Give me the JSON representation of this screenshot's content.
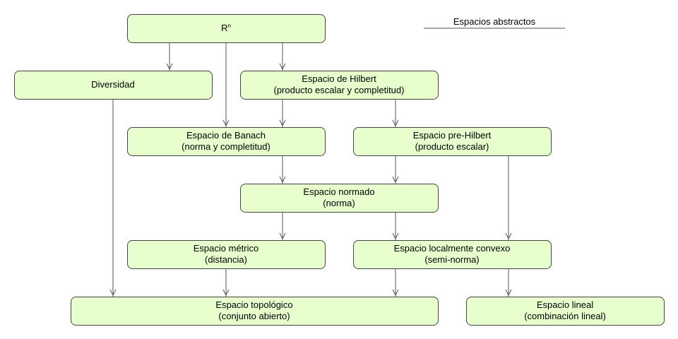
{
  "title": "Espacios abstractos",
  "nodes": {
    "rn": {
      "line1": "R",
      "sup": "n"
    },
    "diversidad": {
      "line1": "Diversidad"
    },
    "hilbert": {
      "line1": "Espacio de Hilbert",
      "line2": "(producto escalar y completitud)"
    },
    "banach": {
      "line1": "Espacio de Banach",
      "line2": "(norma y completitud)"
    },
    "prehilbert": {
      "line1": "Espacio pre-Hilbert",
      "line2": "(producto escalar)"
    },
    "normado": {
      "line1": "Espacio normado",
      "line2": "(norma)"
    },
    "metrico": {
      "line1": "Espacio métrico",
      "line2": "(distancia)"
    },
    "convexo": {
      "line1": "Espacio localmente convexo",
      "line2": "(semi-norma)"
    },
    "topologico": {
      "line1": "Espacio topológico",
      "line2": "(conjunto abierto)"
    },
    "lineal": {
      "line1": "Espacio lineal",
      "line2": "(combinación lineal)"
    }
  },
  "edges": [
    [
      "rn",
      "diversidad"
    ],
    [
      "rn",
      "banach"
    ],
    [
      "rn",
      "hilbert"
    ],
    [
      "diversidad",
      "topologico"
    ],
    [
      "hilbert",
      "banach"
    ],
    [
      "hilbert",
      "prehilbert"
    ],
    [
      "banach",
      "normado"
    ],
    [
      "prehilbert",
      "normado"
    ],
    [
      "prehilbert",
      "convexo"
    ],
    [
      "normado",
      "metrico"
    ],
    [
      "normado",
      "convexo"
    ],
    [
      "metrico",
      "topologico"
    ],
    [
      "convexo",
      "topologico"
    ],
    [
      "convexo",
      "lineal"
    ]
  ]
}
